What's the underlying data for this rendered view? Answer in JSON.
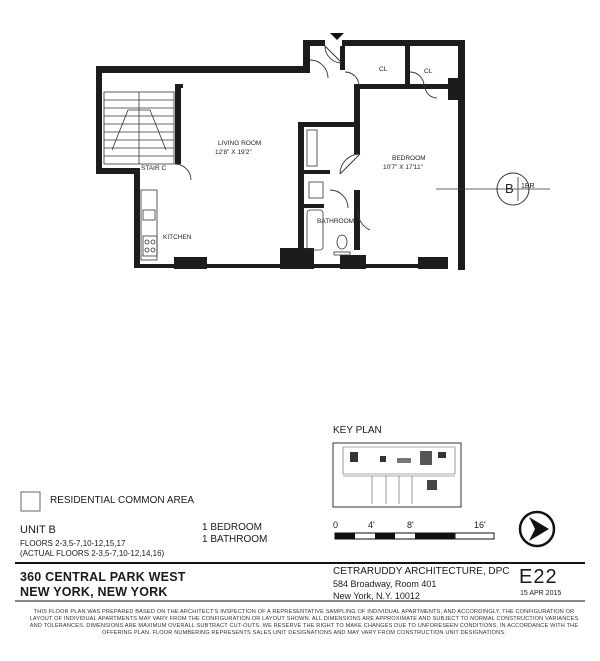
{
  "rooms": {
    "living": {
      "name": "LIVING ROOM",
      "dims": "12'8\" X 19'2\""
    },
    "bedroom": {
      "name": "BEDROOM",
      "dims": "10'7\" X 17'11\""
    },
    "kitchen": "KITCHEN",
    "bathroom": "BATHROOM",
    "stair": "STAIR C",
    "closet1": "CL",
    "closet2": "CL"
  },
  "unit_tag": {
    "letter": "B",
    "type": "1BR"
  },
  "key_plan": {
    "title": "KEY PLAN"
  },
  "legend": {
    "common_area": "RESIDENTIAL COMMON AREA"
  },
  "unit": {
    "name": "UNIT B",
    "floors": "FLOORS 2-3,5-7,10-12,15,17",
    "actual_floors": "(ACTUAL FLOORS 2-3,5-7,10-12,14,16)",
    "bedrooms": "1 BEDROOM",
    "bathrooms": "1 BATHROOM"
  },
  "scale": {
    "labels": [
      "0",
      "4'",
      "8'",
      "16'"
    ]
  },
  "address": {
    "line1": "360 CENTRAL PARK WEST",
    "line2": "NEW YORK, NEW YORK"
  },
  "architect": {
    "name": "CETRARUDDY ARCHITECTURE, DPC",
    "street": "584 Broadway, Room 401",
    "city": "New York, N.Y. 10012"
  },
  "plan_code": "E22",
  "date": "15 APR 2015",
  "disclaimer": "This floor plan was prepared based on the architect's inspection of a representative sampling of individual apartments, and accordingly, the configuration or layout of individual apartments may vary from the configuration or layout shown. All dimensions are approximate and subject to normal construction variances and tolerances. Dimensions are maximum overall subtract cut-outs. We reserve the right to make changes due to unforeseen conditions, in accordance with the offering plan. Floor numbering represents sales unit designations and may vary from construction unit designations.",
  "colors": {
    "wall": "#1c1c1c",
    "line": "#333333",
    "paper": "#ffffff"
  }
}
